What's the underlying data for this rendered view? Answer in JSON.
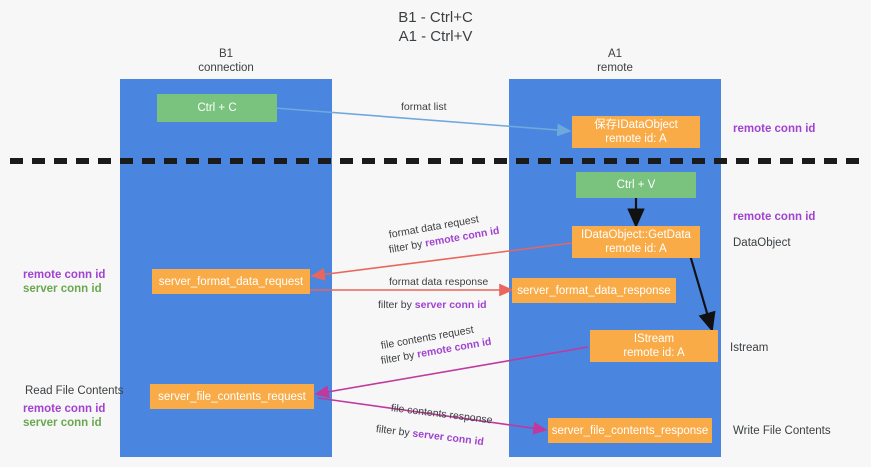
{
  "title": "B1 - Ctrl+C\nA1 - Ctrl+V",
  "lanes": [
    {
      "name": "left",
      "title": "B1\nconnection"
    },
    {
      "name": "right",
      "title": "A1\nremote"
    }
  ],
  "boxes": {
    "ctrl_c": "Ctrl + C",
    "ctrl_v": "Ctrl + V",
    "save_dataobject": "保存IDataObject\nremote id: A",
    "idataobject_getdata": "IDataObject::GetData\nremote id: A",
    "istream": "IStream\nremote id: A",
    "server_format_data_request": "server_format_data_request",
    "server_format_data_response": "server_format_data_response",
    "server_file_contents_request": "server_file_contents_request",
    "server_file_contents_response": "server_file_contents_response"
  },
  "right_labels": {
    "remote_conn_id_top": "remote conn id",
    "remote_conn_id_mid": "remote conn id",
    "dataobject": "DataObject",
    "istream": "Istream",
    "write_file_contents": "Write File Contents"
  },
  "left_labels": {
    "remote_conn_id": "remote conn id",
    "server_conn_id": "server conn id",
    "read_file_contents": "Read File Contents",
    "remote_conn_id_2": "remote conn id",
    "server_conn_id_2": "server conn id"
  },
  "edges": {
    "format_list": "format list",
    "format_data_request": "format data request",
    "format_data_request_filter_prefix": "filter by ",
    "format_data_request_filter_key": "remote conn id",
    "format_data_response": "format data response",
    "format_data_response_filter_prefix": "filter by ",
    "format_data_response_filter_key": "server conn id",
    "file_contents_request": "file contents request",
    "file_contents_request_filter_prefix": "filter by ",
    "file_contents_request_filter_key": "remote conn id",
    "file_contents_response": "file contents response",
    "file_contents_response_filter_prefix": "filter by ",
    "file_contents_response_filter_key": "server conn id"
  },
  "colors": {
    "lane": "#4a86e0",
    "box_orange": "#f9ab48",
    "box_green": "#79c37e",
    "accent_purple": "#a142d0",
    "accent_green": "#6aa84f",
    "arrow_blue": "#6fa8dc",
    "arrow_red": "#e8665c",
    "arrow_magenta": "#c0399c",
    "arrow_black": "#111111",
    "divider": "#1b1b1b"
  }
}
